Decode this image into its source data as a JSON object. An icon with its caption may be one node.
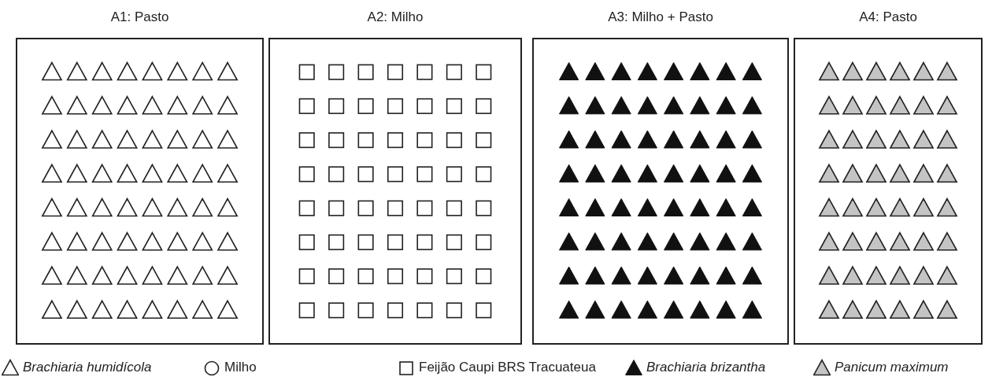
{
  "diagram": {
    "nodes": [
      {
        "text": [
          "A1: Pasto"
        ]
      },
      {
        "text": [
          "A2: Milho"
        ]
      },
      {
        "text": [
          "A3: Milho + Pasto"
        ]
      },
      {
        "text": [
          "A4: Pasto"
        ]
      }
    ],
    "legend": [
      {
        "text": "Brachiaria humidícola"
      },
      {
        "text": "Milho"
      },
      {
        "text": "Feijão Caupi BRS Tracuateua"
      },
      {
        "text": "Brachiaria brizantha"
      },
      {
        "text": "Panicum maximum"
      }
    ]
  }
}
